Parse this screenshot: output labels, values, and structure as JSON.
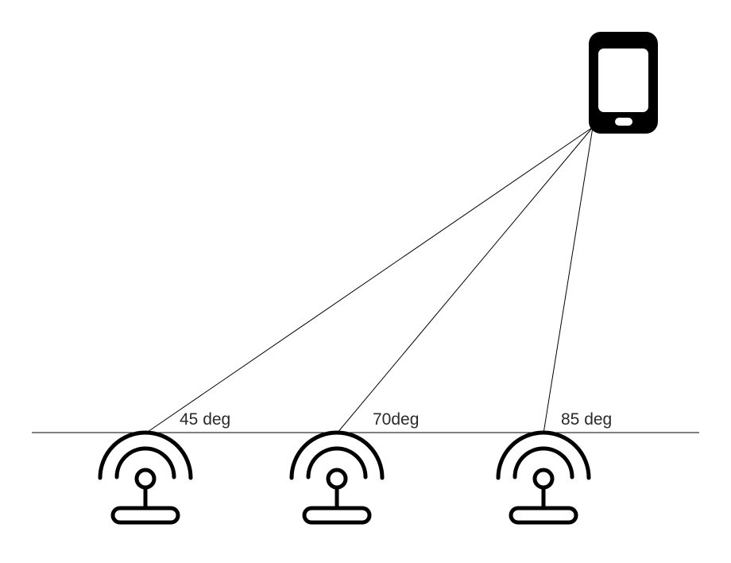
{
  "diagram": {
    "angle_labels": [
      "45 deg",
      "70deg",
      "85 deg"
    ],
    "icons": {
      "device": "smartphone-icon",
      "antenna": "antenna-icon"
    },
    "colors": {
      "stroke": "#000000",
      "label_text": "#2a2a2a",
      "background": "#ffffff"
    }
  }
}
